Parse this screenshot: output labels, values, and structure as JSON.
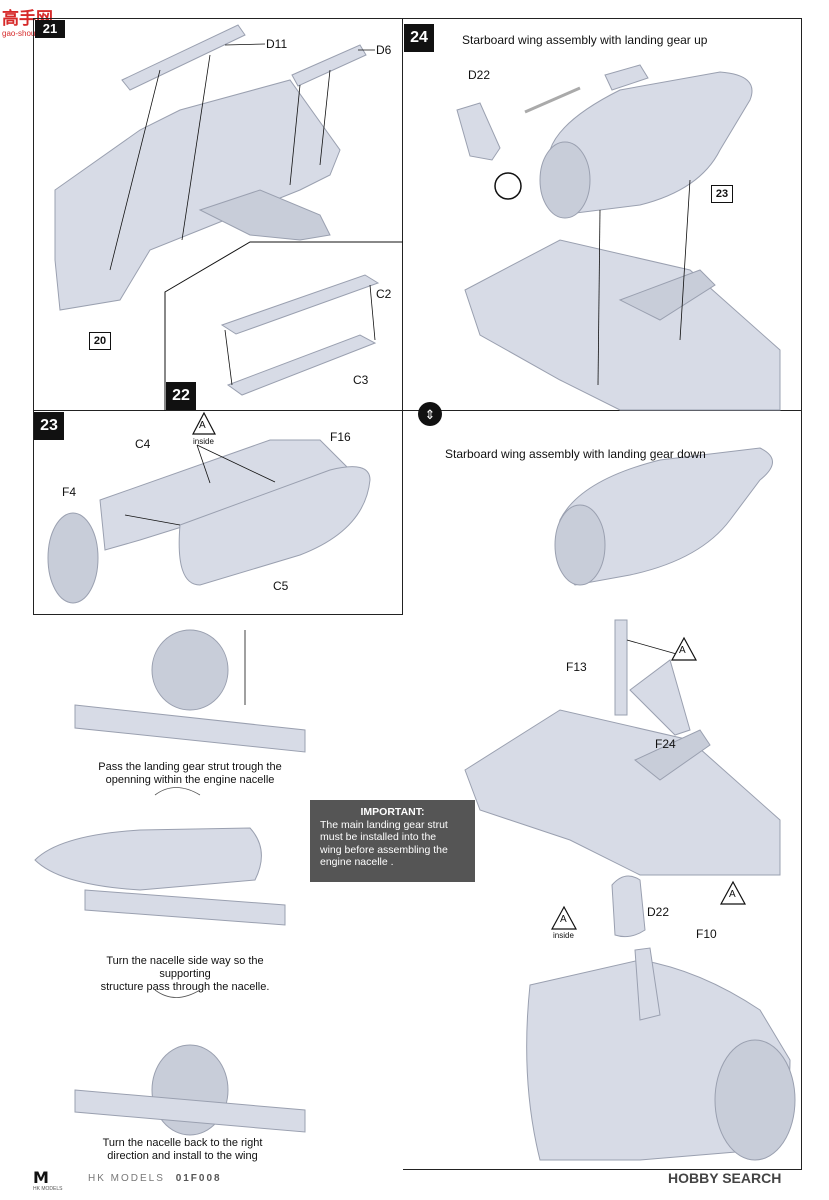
{
  "watermark": {
    "text": "高手网",
    "sub": "gao-shou.com"
  },
  "steps": {
    "s21": {
      "num": "21",
      "labels": [
        "D11",
        "D6"
      ],
      "ref": "20"
    },
    "s22": {
      "num": "22",
      "labels": [
        "C2",
        "C3"
      ]
    },
    "s23": {
      "num": "23",
      "labels": [
        "C4",
        "F16",
        "F4",
        "C5"
      ],
      "marker": "A",
      "marker_note": "inside"
    },
    "s24": {
      "num": "24",
      "title_up": "Starboard wing assembly with landing gear up",
      "labels": [
        "D22"
      ],
      "ref": "23",
      "title_down": "Starboard wing assembly with landing gear down",
      "labels_down": [
        "F13",
        "F24",
        "D22",
        "F10"
      ],
      "marker": "A",
      "marker_note": "inside"
    }
  },
  "captions": {
    "c1": "Pass the landing gear strut trough the\nopenning within the engine nacelle",
    "c2": "Turn the nacelle side way so the supporting\nstructure pass through the nacelle.",
    "c3": "Turn the nacelle back to the right\ndirection and install to the wing"
  },
  "important": {
    "heading": "IMPORTANT:",
    "body": "The main landing gear strut\nmust be installed into the\nwing before assembling the\nengine nacelle ."
  },
  "footer": {
    "brand": "HK MODELS",
    "code": "01F008",
    "logo_sub": "HK MODELS",
    "right": "HOBBY SEARCH"
  }
}
